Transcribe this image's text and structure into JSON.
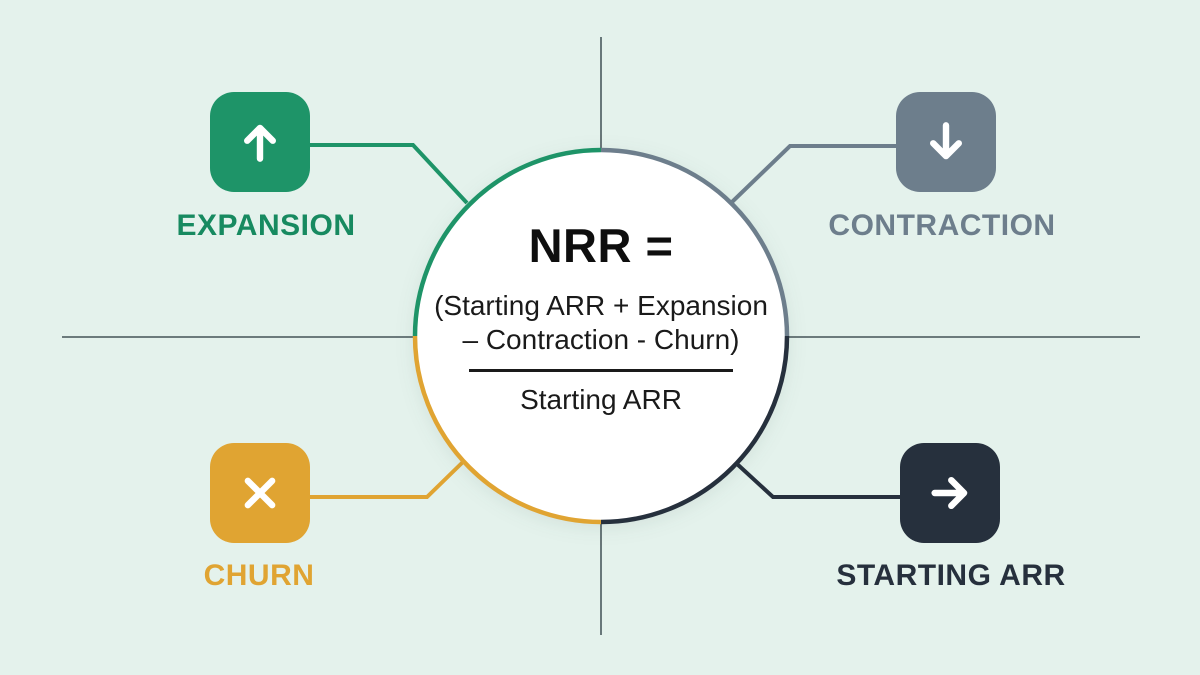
{
  "background_color": "#e4f2ec",
  "crosshair_line_color": "#5b6a6d",
  "center_circle": {
    "title": "NRR =",
    "formula_line1": "(Starting ARR + Expansion",
    "formula_line2": "– Contraction - Churn)",
    "denominator": "Starting ARR",
    "fill_color": "#ffffff",
    "text_color": "#161616"
  },
  "nodes": [
    {
      "label": "EXPANSION",
      "icon": "arrow-up-icon",
      "color": "#1e9468",
      "position": "top-left"
    },
    {
      "label": "CONTRACTION",
      "icon": "arrow-down-icon",
      "color": "#6d7e8c",
      "position": "top-right"
    },
    {
      "label": "CHURN",
      "icon": "x-icon",
      "color": "#e0a432",
      "position": "bottom-left"
    },
    {
      "label": "STARTING ARR",
      "icon": "arrow-right-icon",
      "color": "#26303d",
      "position": "bottom-right"
    }
  ]
}
